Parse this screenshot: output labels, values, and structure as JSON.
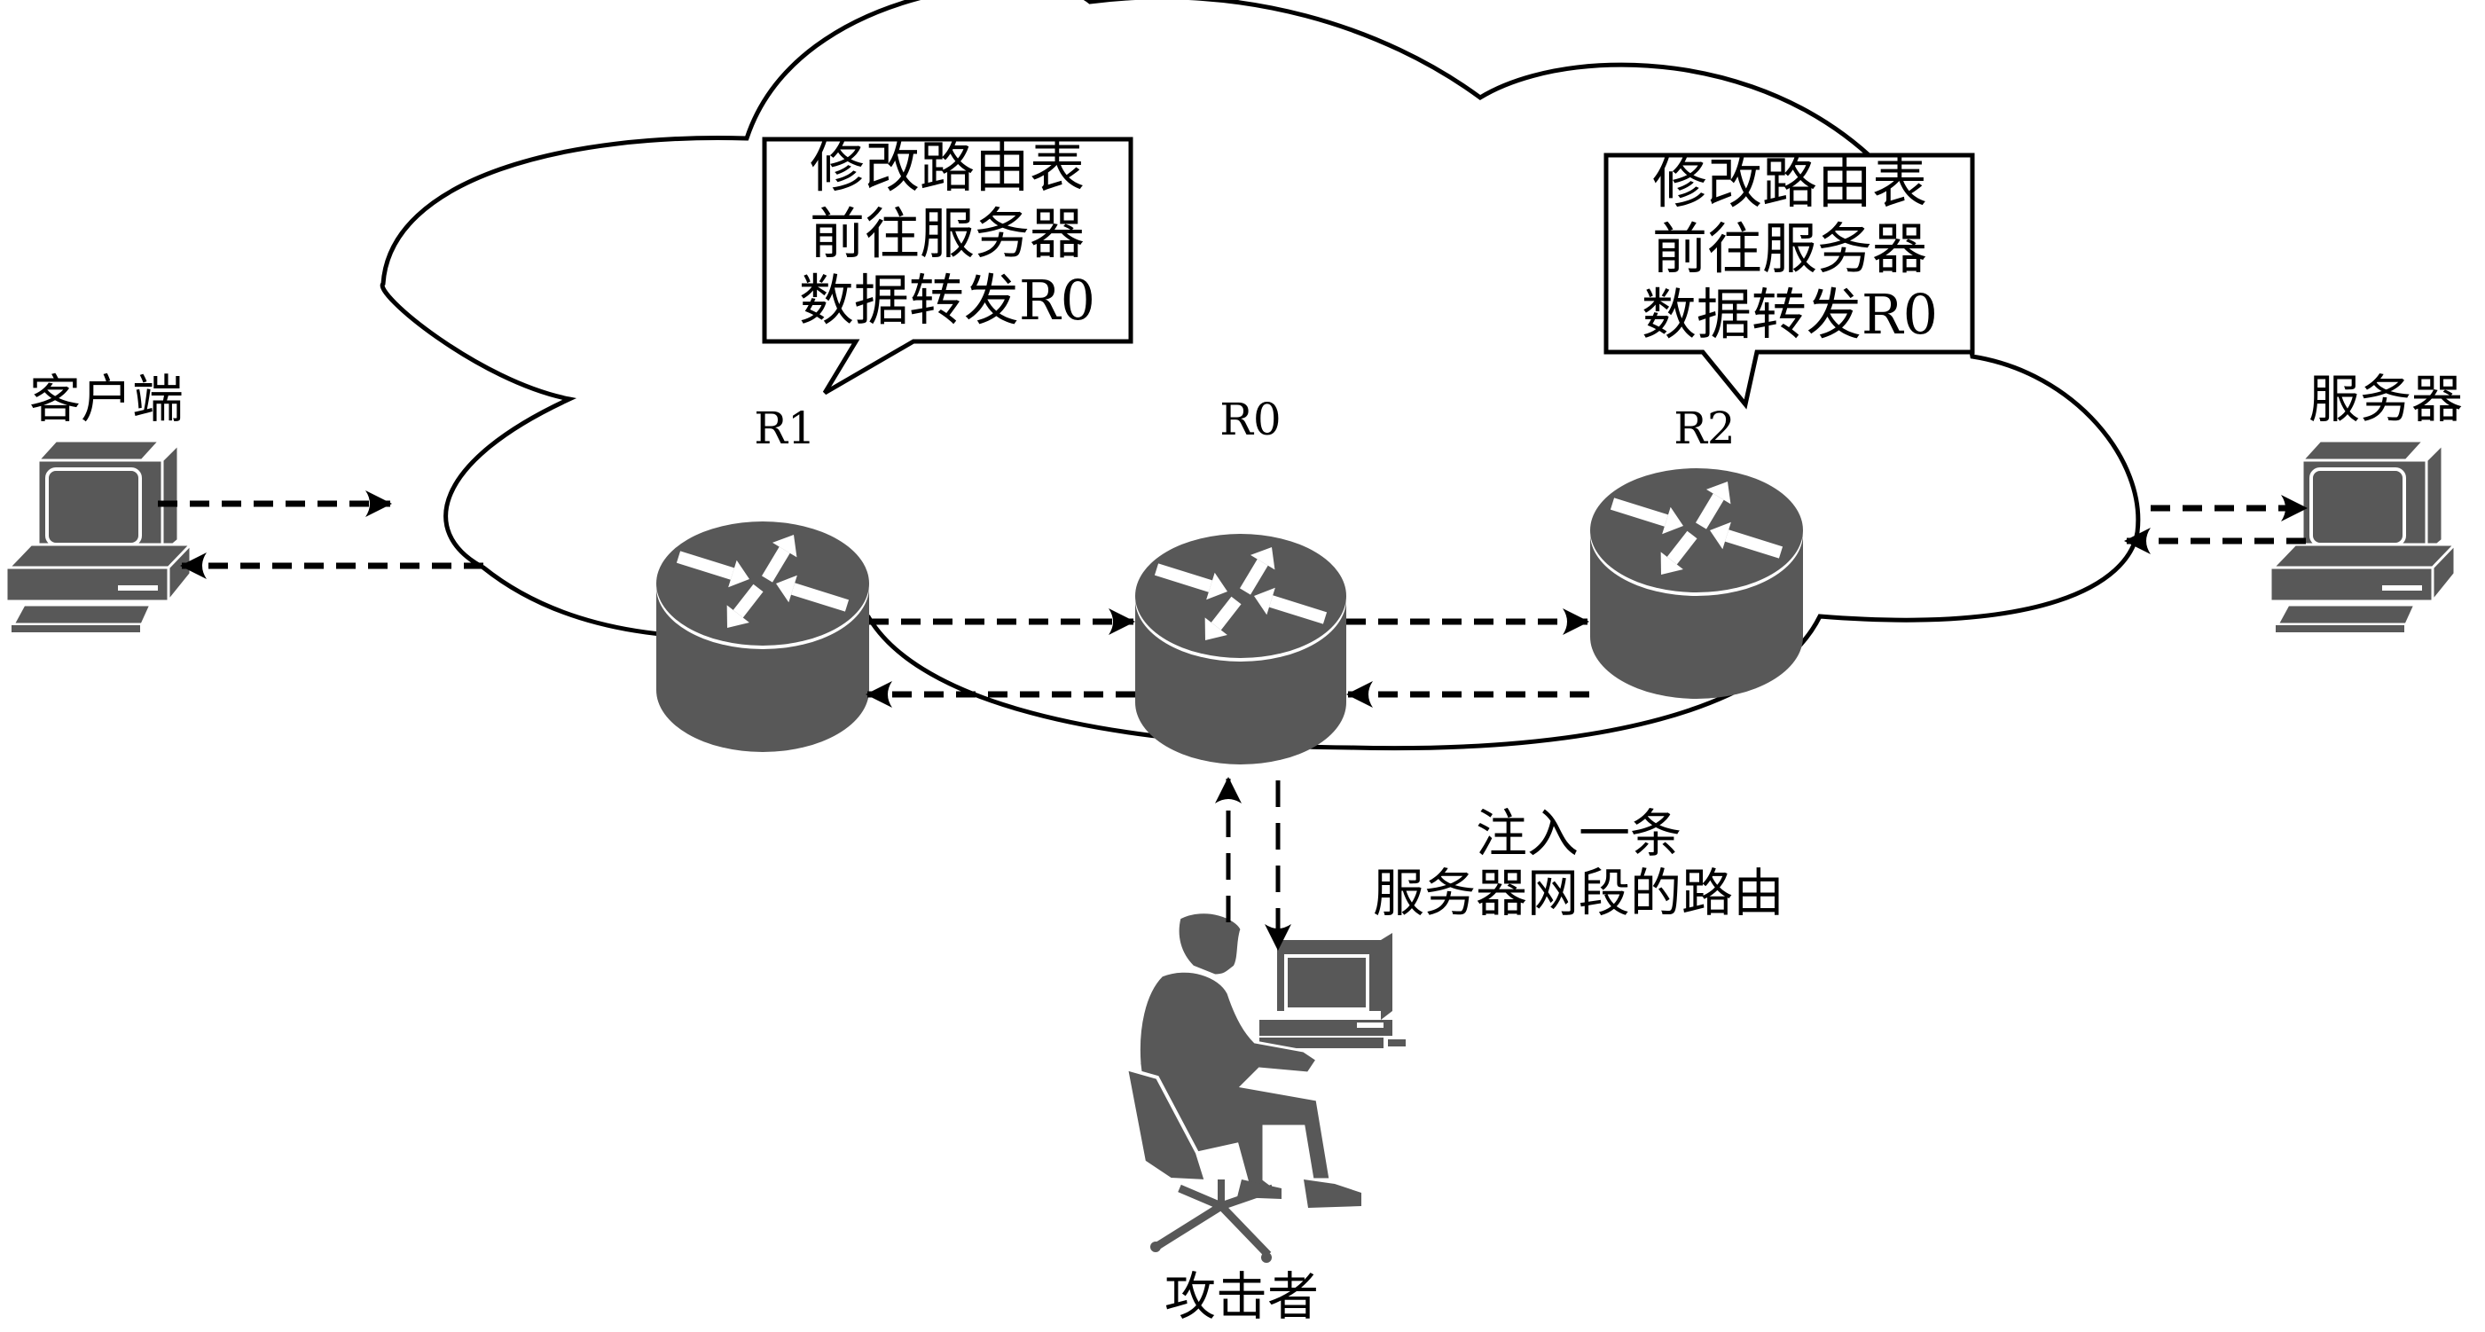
{
  "diagram": {
    "title": "路由表注入攻击示意",
    "nodes": {
      "client": {
        "label": "客户端",
        "icon": "desktop-computer-icon"
      },
      "server": {
        "label": "服务器",
        "icon": "desktop-computer-icon"
      },
      "r1": {
        "label": "R1",
        "icon": "router-icon"
      },
      "r0": {
        "label": "R0",
        "icon": "router-icon"
      },
      "r2": {
        "label": "R2",
        "icon": "router-icon"
      },
      "attacker": {
        "label": "攻击者",
        "icon": "person-at-computer-icon"
      }
    },
    "callouts": {
      "r1": {
        "lines": [
          "修改路由表",
          "前往服务器",
          "数据转发R0"
        ]
      },
      "r2": {
        "lines": [
          "修改路由表",
          "前往服务器",
          "数据转发R0"
        ]
      }
    },
    "annotation": {
      "lines": [
        "注入一条",
        "服务器网段的路由"
      ]
    },
    "cloud": {
      "label": "",
      "contains": [
        "R1",
        "R0",
        "R2"
      ]
    },
    "edges": [
      {
        "from": "client",
        "to": "cloud",
        "style": "dashed"
      },
      {
        "from": "cloud",
        "to": "client",
        "style": "dashed"
      },
      {
        "from": "R1",
        "to": "R0",
        "style": "dashed"
      },
      {
        "from": "R0",
        "to": "R1",
        "style": "dashed"
      },
      {
        "from": "R0",
        "to": "R2",
        "style": "dashed"
      },
      {
        "from": "R2",
        "to": "R0",
        "style": "dashed"
      },
      {
        "from": "cloud",
        "to": "server",
        "style": "dashed"
      },
      {
        "from": "server",
        "to": "cloud",
        "style": "dashed"
      },
      {
        "from": "attacker",
        "to": "R0",
        "style": "dashed"
      },
      {
        "from": "R0",
        "to": "attacker",
        "style": "dashed"
      }
    ],
    "colors": {
      "device_fill": "#585858",
      "line": "#000000",
      "background": "#ffffff"
    }
  }
}
